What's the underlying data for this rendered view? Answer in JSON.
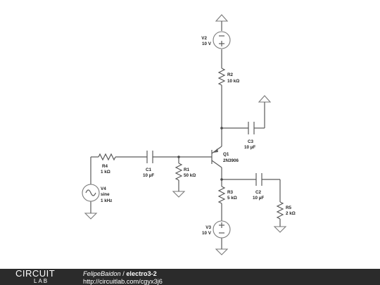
{
  "components": {
    "v2": {
      "name": "V2",
      "value": "10 V"
    },
    "r2": {
      "name": "R2",
      "value": "10 kΩ"
    },
    "c3": {
      "name": "C3",
      "value": "10 µF"
    },
    "q1": {
      "name": "Q1",
      "value": "2N3906"
    },
    "r4": {
      "name": "R4",
      "value": "1 kΩ"
    },
    "c1": {
      "name": "C1",
      "value": "10 µF"
    },
    "r1": {
      "name": "R1",
      "value": "50 kΩ"
    },
    "v4": {
      "name": "V4",
      "value": "sine",
      "freq": "1 kHz"
    },
    "r3": {
      "name": "R3",
      "value": "5 kΩ"
    },
    "c2": {
      "name": "C2",
      "value": "10 µF"
    },
    "r5": {
      "name": "R5",
      "value": "2 kΩ"
    },
    "v3": {
      "name": "V3",
      "value": "10 V"
    }
  },
  "footer": {
    "logo_line1": "CIRCUIT",
    "logo_line2": "LAB",
    "author": "FelipeBaidon",
    "separator": " / ",
    "title": "electro3-2",
    "url": "http://circuitlab.com/cgyx3j6"
  }
}
